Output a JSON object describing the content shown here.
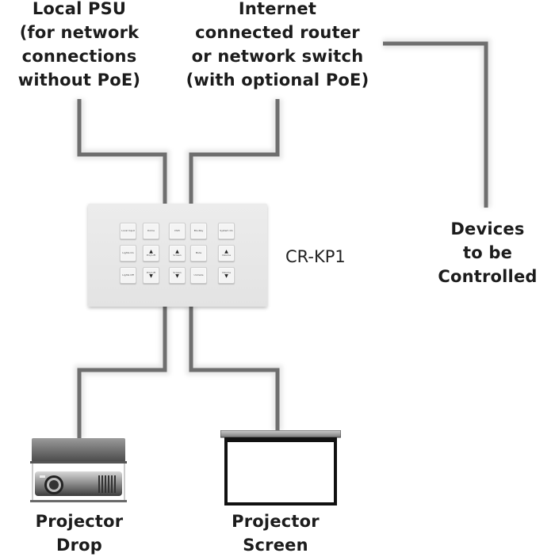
{
  "diagram": {
    "title": "CR-KP1 connection diagram",
    "nodes": {
      "local_psu": {
        "lines": [
          "Local PSU",
          "(for network",
          "connections",
          "without PoE)"
        ]
      },
      "router": {
        "lines": [
          "Internet",
          "connected router",
          "or network switch",
          "(with optional PoE)"
        ]
      },
      "devices": {
        "lines": [
          "Devices",
          "to be",
          "Controlled"
        ]
      },
      "projector_drop": {
        "lines": [
          "Projector",
          "Drop"
        ]
      },
      "projector_screen": {
        "lines": [
          "Projector",
          "Screen"
        ]
      },
      "keypad": {
        "model": "CR-KP1",
        "buttons": [
          {
            "label": "Local Input",
            "arrow": ""
          },
          {
            "label": "Dome",
            "arrow": ""
          },
          {
            "label": "DVD",
            "arrow": ""
          },
          {
            "label": "Blu-Ray",
            "arrow": ""
          },
          {
            "label": "System On",
            "arrow": ""
          },
          {
            "label": "Lights On",
            "arrow": ""
          },
          {
            "label": "Proj Lift",
            "arrow": "up"
          },
          {
            "label": "Screen",
            "arrow": "up"
          },
          {
            "label": "Mute",
            "arrow": ""
          },
          {
            "label": "Volume",
            "arrow": "up"
          },
          {
            "label": "Lights Off",
            "arrow": ""
          },
          {
            "label": "Proj Lift",
            "arrow": "down"
          },
          {
            "label": "Screen",
            "arrow": "down"
          },
          {
            "label": "Unmute",
            "arrow": ""
          },
          {
            "label": "Volume",
            "arrow": "down"
          }
        ]
      }
    },
    "colors": {
      "cable": "#6e6e6e",
      "keypad": "#e8e8e8",
      "text": "#1c1c1c"
    }
  }
}
